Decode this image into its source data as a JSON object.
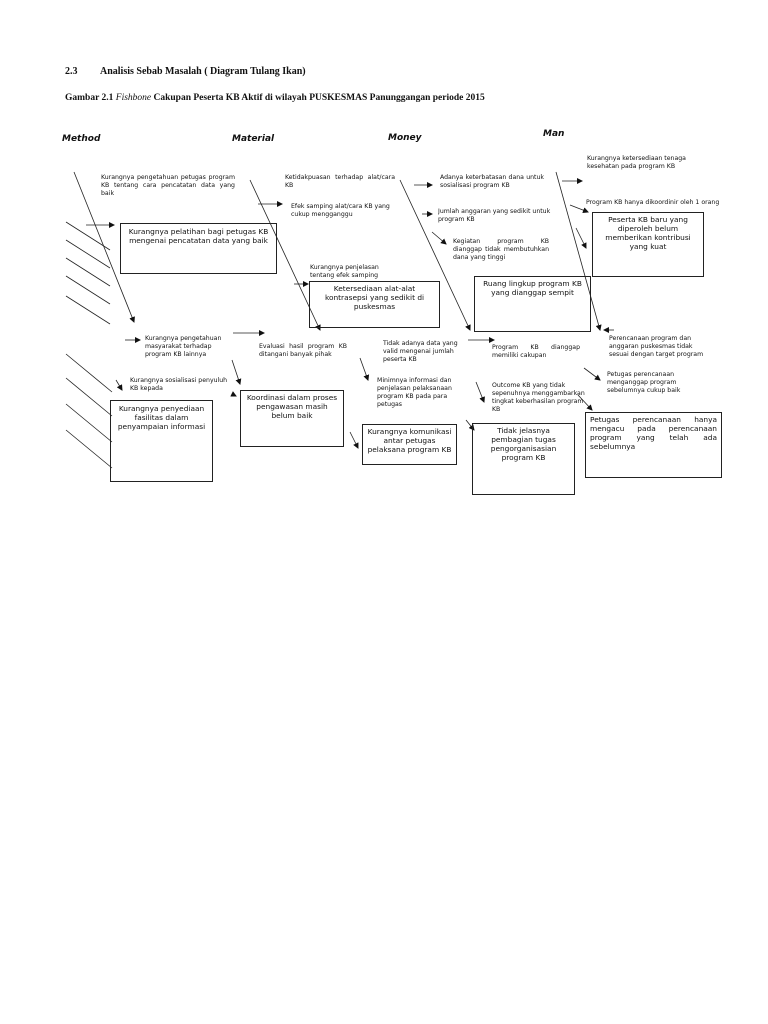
{
  "section": {
    "number": "2.3",
    "title": "Analisis Sebab Masalah ( Diagram Tulang Ikan)"
  },
  "figure": {
    "prefix": "Gambar 2.1",
    "italic": "Fishbone",
    "rest": "Cakupan Peserta KB Aktif  di wilayah PUSKESMAS Panunggangan periode 2015"
  },
  "categories": {
    "method": "Method",
    "material": "Material",
    "money": "Money",
    "man": "Man"
  },
  "method": {
    "t1": "Kurangnya pengetahuan petugas program KB tentang cara pencatatan data yang baik",
    "box1": "Kurangnya pelatihan bagi petugas KB mengenai pencatatan data yang baik",
    "t2": "Kurangnya pengetahuan masyarakat terhadap program KB lainnya",
    "t3": "Kurangnya sosialisasi penyuluh KB kepada",
    "box2": "Kurangnya penyediaan fasilitas dalam penyampaian informasi"
  },
  "material": {
    "t1": "Ketidakpuasan terhadap alat/cara KB",
    "t2": "Efek samping alat/cara KB yang cukup mengganggu",
    "t3": "Kurangnya penjelasan tentang efek samping",
    "box1": "Ketersediaan alat-alat kontrasepsi yang sedikit di puskesmas",
    "t4": "Evaluasi hasil program KB ditangani banyak pihak",
    "box2": "Koordinasi dalam proses pengawasan masih belum baik",
    "t5": "Tidak adanya data yang valid mengenai jumlah peserta KB",
    "t6": "Minimnya informasi dan penjelasan pelaksanaan program KB pada para petugas",
    "box3": "Kurangnya komunikasi antar petugas pelaksana program KB"
  },
  "money": {
    "t1": "Adanya keterbatasan dana untuk sosialisasi program KB",
    "t2": "Jumlah anggaran yang sedikit untuk program KB",
    "t3": "Kegiatan program KB dianggap tidak membutuhkan dana yang tinggi",
    "box1": "Ruang lingkup program KB yang dianggap sempit",
    "t4": "Program KB dianggap memiliki cakupan",
    "t5": "Outcome KB yang tidak sepenuhnya menggambarkan tingkat keberhasilan program KB",
    "box2": "Tidak jelasnya pembagian tugas pengorganisasian program KB"
  },
  "man": {
    "t1": "Kurangnya ketersediaan tenaga kesehatan pada program KB",
    "t2": "Program KB hanya dikoordinir oleh 1 orang",
    "box1": "Peserta KB baru yang diperoleh belum memberikan kontribusi yang kuat",
    "t3": "Perencanaan program dan anggaran puskesmas tidak sesuai dengan target program",
    "t4": "Petugas perencanaan menganggap program sebelumnya cukup baik",
    "box2": "Petugas perencanaan hanya mengacu pada perencanaan program yang telah ada sebelumnya"
  }
}
